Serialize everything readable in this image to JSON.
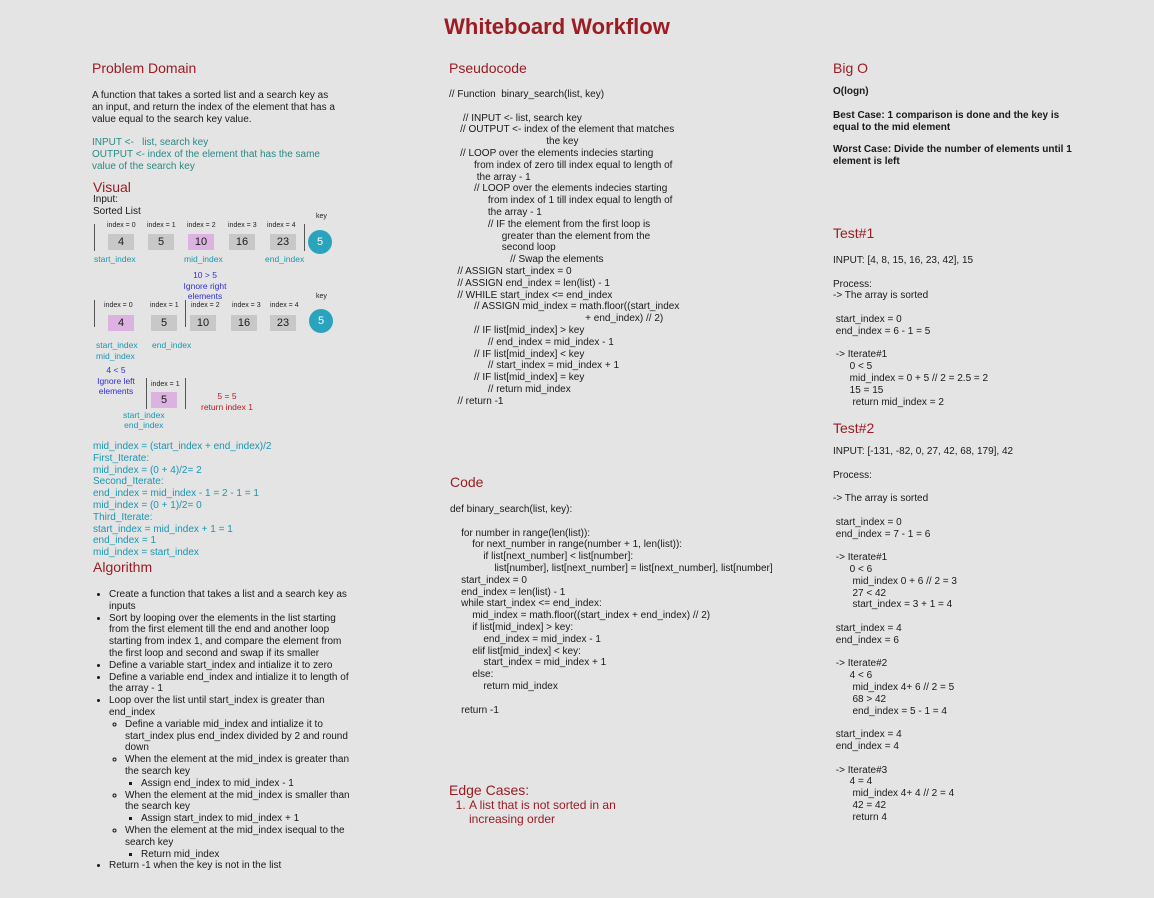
{
  "title": "Whiteboard Workflow",
  "problem_domain": {
    "heading": "Problem Domain",
    "description": "A function that takes a sorted list and a search key as\nan input, and return the index of the element that has a\nvalue equal to the search key value.",
    "io": "INPUT <-   list, search key\nOUTPUT <- index of the element that has the same\nvalue of the search key"
  },
  "visual": {
    "heading": "Visual",
    "intro": "Input:\nSorted List",
    "key_label": "key",
    "key_value": "5",
    "row1": {
      "indices": [
        "index = 0",
        "index = 1",
        "index = 2",
        "index = 3",
        "index = 4"
      ],
      "values": [
        "4",
        "5",
        "10",
        "16",
        "23"
      ],
      "labels": [
        "start_index",
        "mid_index",
        "end_index"
      ]
    },
    "note1": "10 > 5\nIgnore right\nelements",
    "row2": {
      "indices": [
        "index = 0",
        "index = 1",
        "index = 2",
        "index = 3",
        "index = 4"
      ],
      "values": [
        "4",
        "5",
        "10",
        "16",
        "23"
      ],
      "label_start": "start_index\nmid_index",
      "label_end": "end_index"
    },
    "note2": "4 < 5\nIgnore left\nelements",
    "row3": {
      "index": "index = 1",
      "value": "5",
      "labels": "start_index\nend_index",
      "result": "5 = 5\nreturn index 1"
    },
    "calc": "mid_index = (start_index + end_index)/2\nFirst_Iterate:\nmid_index = (0 + 4)/2= 2\nSecond_Iterate:\nend_index = mid_index - 1 = 2 - 1 = 1\nmid_index = (0 + 1)/2= 0\nThird_Iterate:\nstart_index = mid_index + 1 = 1\nend_index = 1\nmid_index = start_index"
  },
  "algorithm": {
    "heading": "Algorithm",
    "items": [
      "Create a function that takes a list and a search key as inputs",
      "Sort by looping over the elements in the list starting from the first element till the end and another loop starting from index 1, and compare the element from the first loop and second and swap if its smaller",
      "Define a variable start_index and intialize it to zero",
      "Define a variable end_index and intialize it to length of the array - 1",
      "Loop over the list until start_index is greater than end_index"
    ],
    "sub_items": [
      "Define a variable mid_index and intialize it to start_index plus end_index divided by 2 and round down",
      "When the element at the mid_index is greater than the search key",
      "Assign end_index to mid_index - 1",
      "When the element at the mid_index is smaller than the search key",
      "Assign start_index to mid_index + 1",
      "When the element at the mid_index isequal to the search key",
      "Return mid_index"
    ],
    "last_item": "Return -1 when the key is not in the list"
  },
  "pseudocode": {
    "heading": "Pseudocode",
    "text": "// Function  binary_search(list, key)\n\n     // INPUT <- list, search key\n    // OUTPUT <- index of the element that matches\n                                   the key\n    // LOOP over the elements indecies starting\n         from index of zero till index equal to length of\n          the array - 1\n         // LOOP over the elements indecies starting\n              from index of 1 till index equal to length of\n              the array - 1\n              // IF the element from the first loop is\n                   greater than the element from the\n                   second loop\n                      // Swap the elements\n   // ASSIGN start_index = 0\n   // ASSIGN end_index = len(list) - 1\n   // WHILE start_index <= end_index\n         // ASSIGN mid_index = math.floor((start_index\n                                                 + end_index) // 2)\n         // IF list[mid_index] > key\n              // end_index = mid_index - 1\n         // IF list[mid_index] < key\n              // start_index = mid_index + 1\n         // IF list[mid_index] = key\n              // return mid_index\n   // return -1"
  },
  "code": {
    "heading": "Code",
    "text": "def binary_search(list, key):\n\n    for number in range(len(list)):\n        for next_number in range(number + 1, len(list)):\n            if list[next_number] < list[number]:\n                list[number], list[next_number] = list[next_number], list[number]\n    start_index = 0\n    end_index = len(list) - 1\n    while start_index <= end_index:\n        mid_index = math.floor((start_index + end_index) // 2)\n        if list[mid_index] > key:\n            end_index = mid_index - 1\n        elif list[mid_index] < key:\n            start_index = mid_index + 1\n        else:\n            return mid_index\n\n    return -1"
  },
  "edge_cases": {
    "heading": "Edge Cases:",
    "items": [
      "A list that is not sorted in an\nincreasing order"
    ]
  },
  "big_o": {
    "heading": "Big O",
    "complexity": "O(logn)",
    "best": "Best Case: 1 comparison is done and the key is\nequal to the mid element",
    "worst": "Worst Case: Divide the number of elements until 1\nelement is left"
  },
  "test1": {
    "heading": "Test#1",
    "text": "INPUT: [4, 8, 15, 16, 23, 42], 15\n\nProcess:\n-> The array is sorted\n\n start_index = 0\n end_index = 6 - 1 = 5\n\n -> Iterate#1\n      0 < 5\n      mid_index = 0 + 5 // 2 = 2.5 = 2\n      15 = 15\n       return mid_index = 2"
  },
  "test2": {
    "heading": "Test#2",
    "text": "INPUT: [-131, -82, 0, 27, 42, 68, 179], 42\n\nProcess:\n\n-> The array is sorted\n\n start_index = 0\n end_index = 7 - 1 = 6\n\n -> Iterate#1\n      0 < 6\n       mid_index 0 + 6 // 2 = 3\n       27 < 42\n       start_index = 3 + 1 = 4\n\n start_index = 4\n end_index = 6\n\n -> Iterate#2\n      4 < 6\n       mid_index 4+ 6 // 2 = 5\n       68 > 42\n       end_index = 5 - 1 = 4\n\n start_index = 4\n end_index = 4\n\n -> Iterate#3\n      4 = 4\n       mid_index 4+ 4 // 2 = 4\n       42 = 42\n       return 4"
  }
}
